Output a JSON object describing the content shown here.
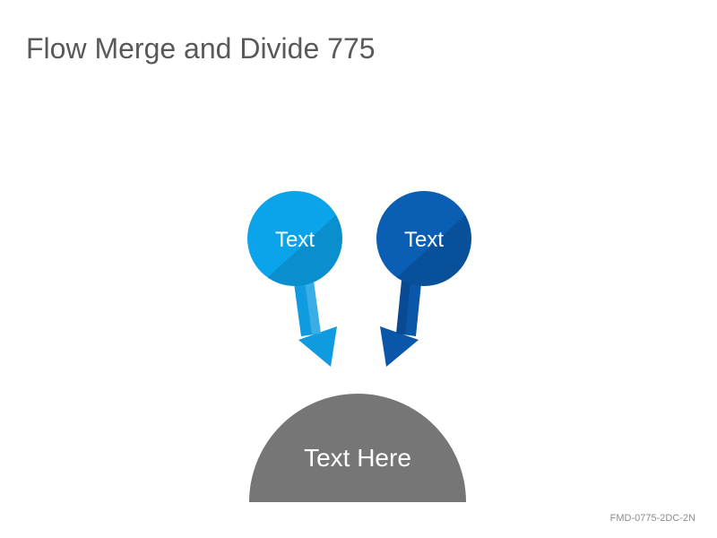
{
  "slide": {
    "title": "Flow Merge and Divide 775",
    "footer_code": "FMD-0775-2DC-2N"
  },
  "diagram": {
    "sources": [
      {
        "label": "Text",
        "color": "#0ba3ea",
        "arrow_color": "#0f9be0"
      },
      {
        "label": "Text",
        "color": "#0a5fb4",
        "arrow_color": "#0a56a8"
      }
    ],
    "target": {
      "label": "Text Here",
      "color": "#767676"
    }
  }
}
